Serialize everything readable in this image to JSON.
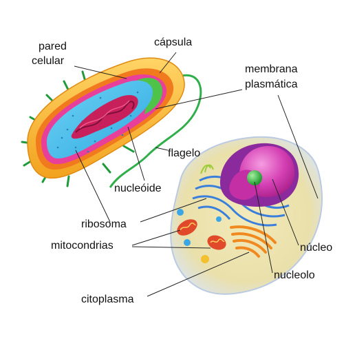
{
  "labels": {
    "pared_celular_1": "pared",
    "pared_celular_2": "celular",
    "capsula": "cápsula",
    "membrana_1": "membrana",
    "membrana_2": "plasmática",
    "flagelo": "flagelo",
    "nucleoide": "nucleóide",
    "ribosoma": "ribosoma",
    "mitocondrias": "mitocondrias",
    "citoplasma": "citoplasma",
    "nucleo": "núcleo",
    "nucleolo": "nucleolo"
  }
}
